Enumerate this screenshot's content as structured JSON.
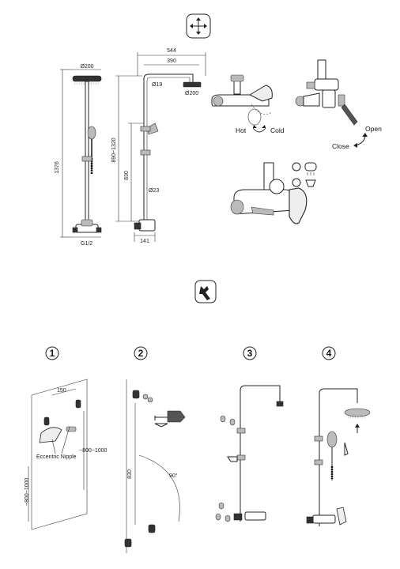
{
  "dimensions": {
    "overall_height": "1376",
    "head_diameter_left": "Ø200",
    "inlet_thread": "G1/2",
    "overall_width": "544",
    "arm_length": "390",
    "pipe_upper": "Ø19",
    "head_diameter_right": "Ø200",
    "adjust_range": "890~1320",
    "bar_height": "830",
    "pipe_lower": "Ø23",
    "base_offset": "141"
  },
  "labels": {
    "hot": "Hot",
    "cold": "Cold",
    "open": "Open",
    "close": "Close",
    "eccentric_nipple": "Eccentric Nipple"
  },
  "steps": {
    "step1_number": "1",
    "step2_number": "2",
    "step3_number": "3",
    "step4_number": "4",
    "spacing": "150",
    "height_range_a": "~800~1000",
    "height_range_b": "~800~1000",
    "mount_height": "830",
    "angle": "90°"
  },
  "icons": {
    "top_icon": "dimensions-icon",
    "middle_icon": "wrench-icon"
  },
  "colors": {
    "line": "#222222",
    "background": "#ffffff"
  }
}
